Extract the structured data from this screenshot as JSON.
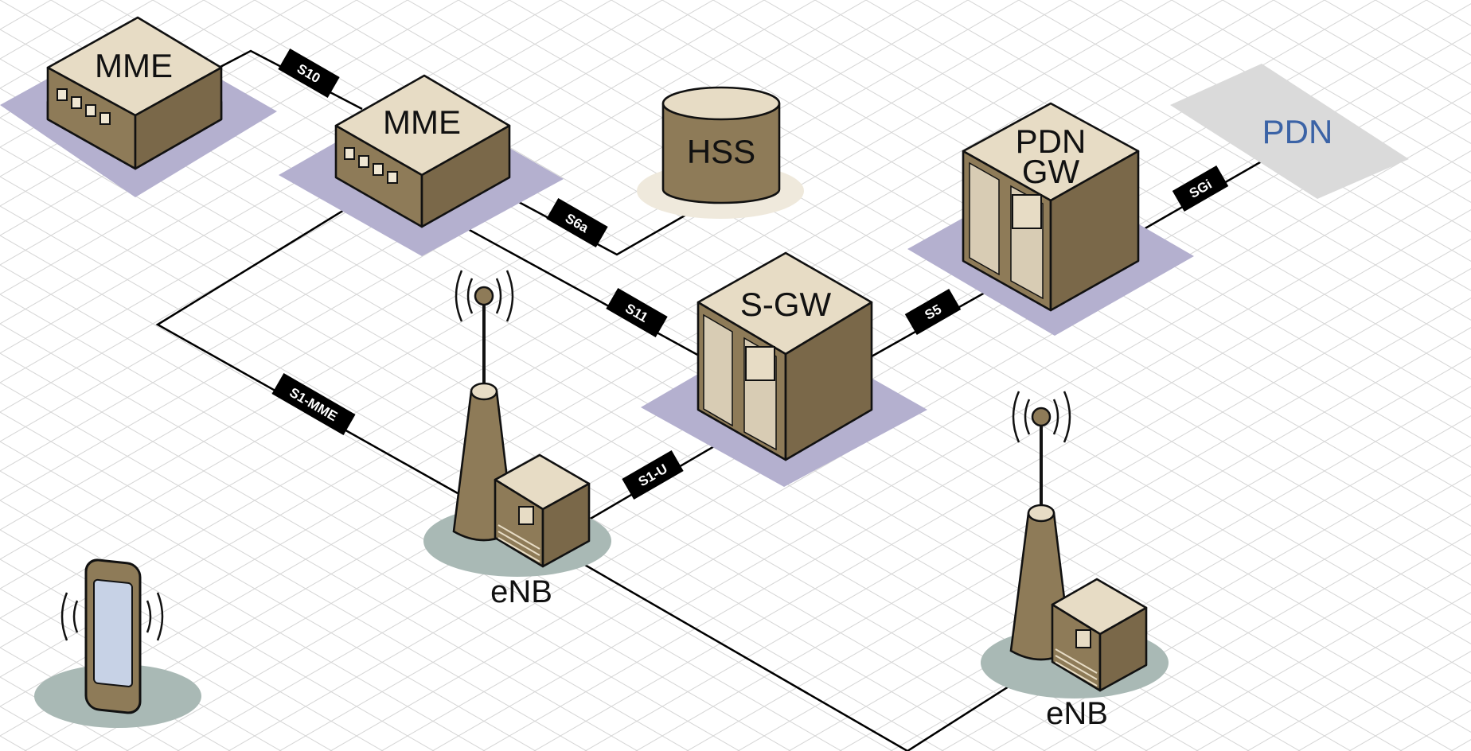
{
  "diagram": {
    "nodes": {
      "mme_1": "MME",
      "mme_2": "MME",
      "hss": "HSS",
      "pdn_gw_line1": "PDN",
      "pdn_gw_line2": "GW",
      "pdn": "PDN",
      "sgw": "S-GW",
      "enb_1": "eNB",
      "enb_2": "eNB"
    },
    "interfaces": {
      "s10": "S10",
      "s6a": "S6a",
      "s11": "S11",
      "s1_mme": "S1-MME",
      "s1_u": "S1-U",
      "s5": "S5",
      "sgi": "SGi"
    },
    "colors": {
      "box_top": "#e7dcc5",
      "box_left": "#8e7b58",
      "box_right": "#7a6849",
      "shadow": "#b4b0cf",
      "ground": "#a9b9b5",
      "pdn_cloud": "#dadada",
      "pdn_text": "#3b63a6",
      "grid": "#d6d6d6"
    }
  }
}
